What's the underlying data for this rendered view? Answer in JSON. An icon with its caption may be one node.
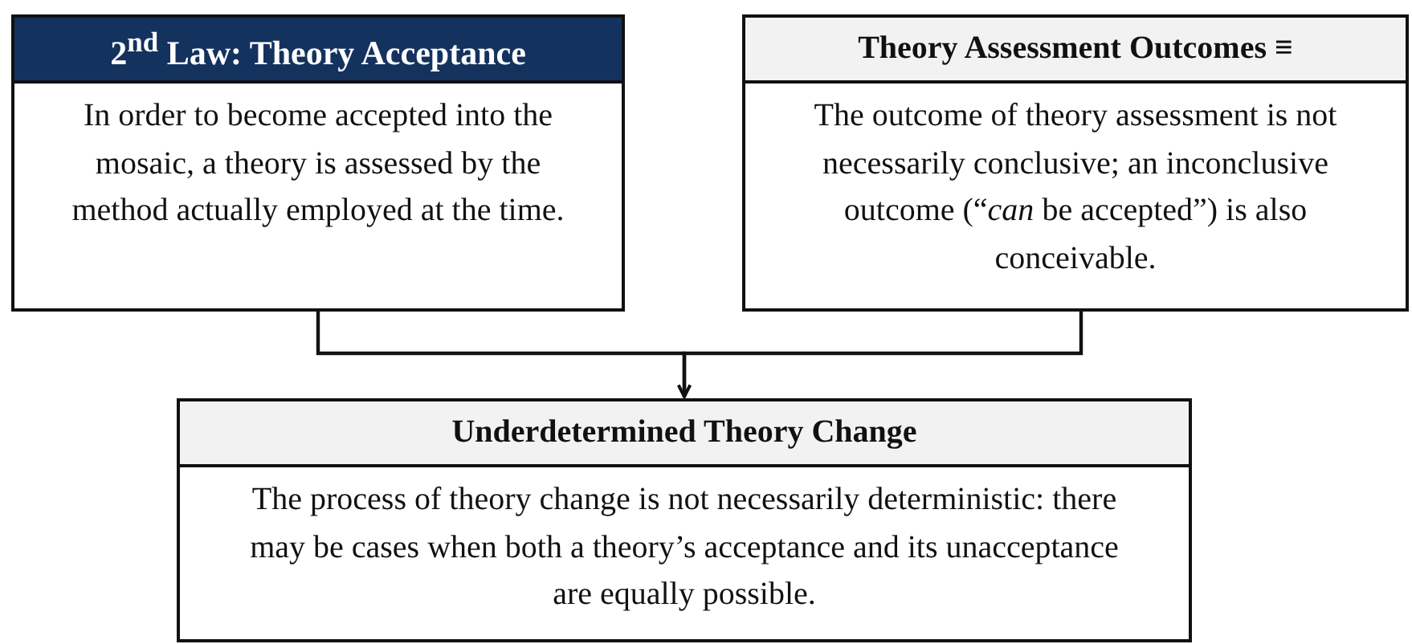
{
  "diagram": {
    "nodes": [
      {
        "text": [
          "2$^{nd}$ Law: Theory Acceptance",
          "In order to become accepted into the mosaic, a theory is assessed by the method actually employed at the time."
        ]
      },
      {
        "text": [
          "Theory Assessment Outcomes ≡",
          "The outcome of theory assessment is not necessarily conclusive; an inconclusive outcome (“*can* be accepted”) is also conceivable."
        ]
      },
      {
        "text": [
          "Underdetermined Theory Change",
          "The process of theory change is not necessarily deterministic: there may be cases when both a theory’s acceptance and its unacceptance are equally possible."
        ]
      }
    ],
    "edges": [
      {
        "from": 0,
        "to": 2,
        "arrow": "to"
      },
      {
        "from": 1,
        "to": 2,
        "arrow": "to"
      }
    ]
  }
}
